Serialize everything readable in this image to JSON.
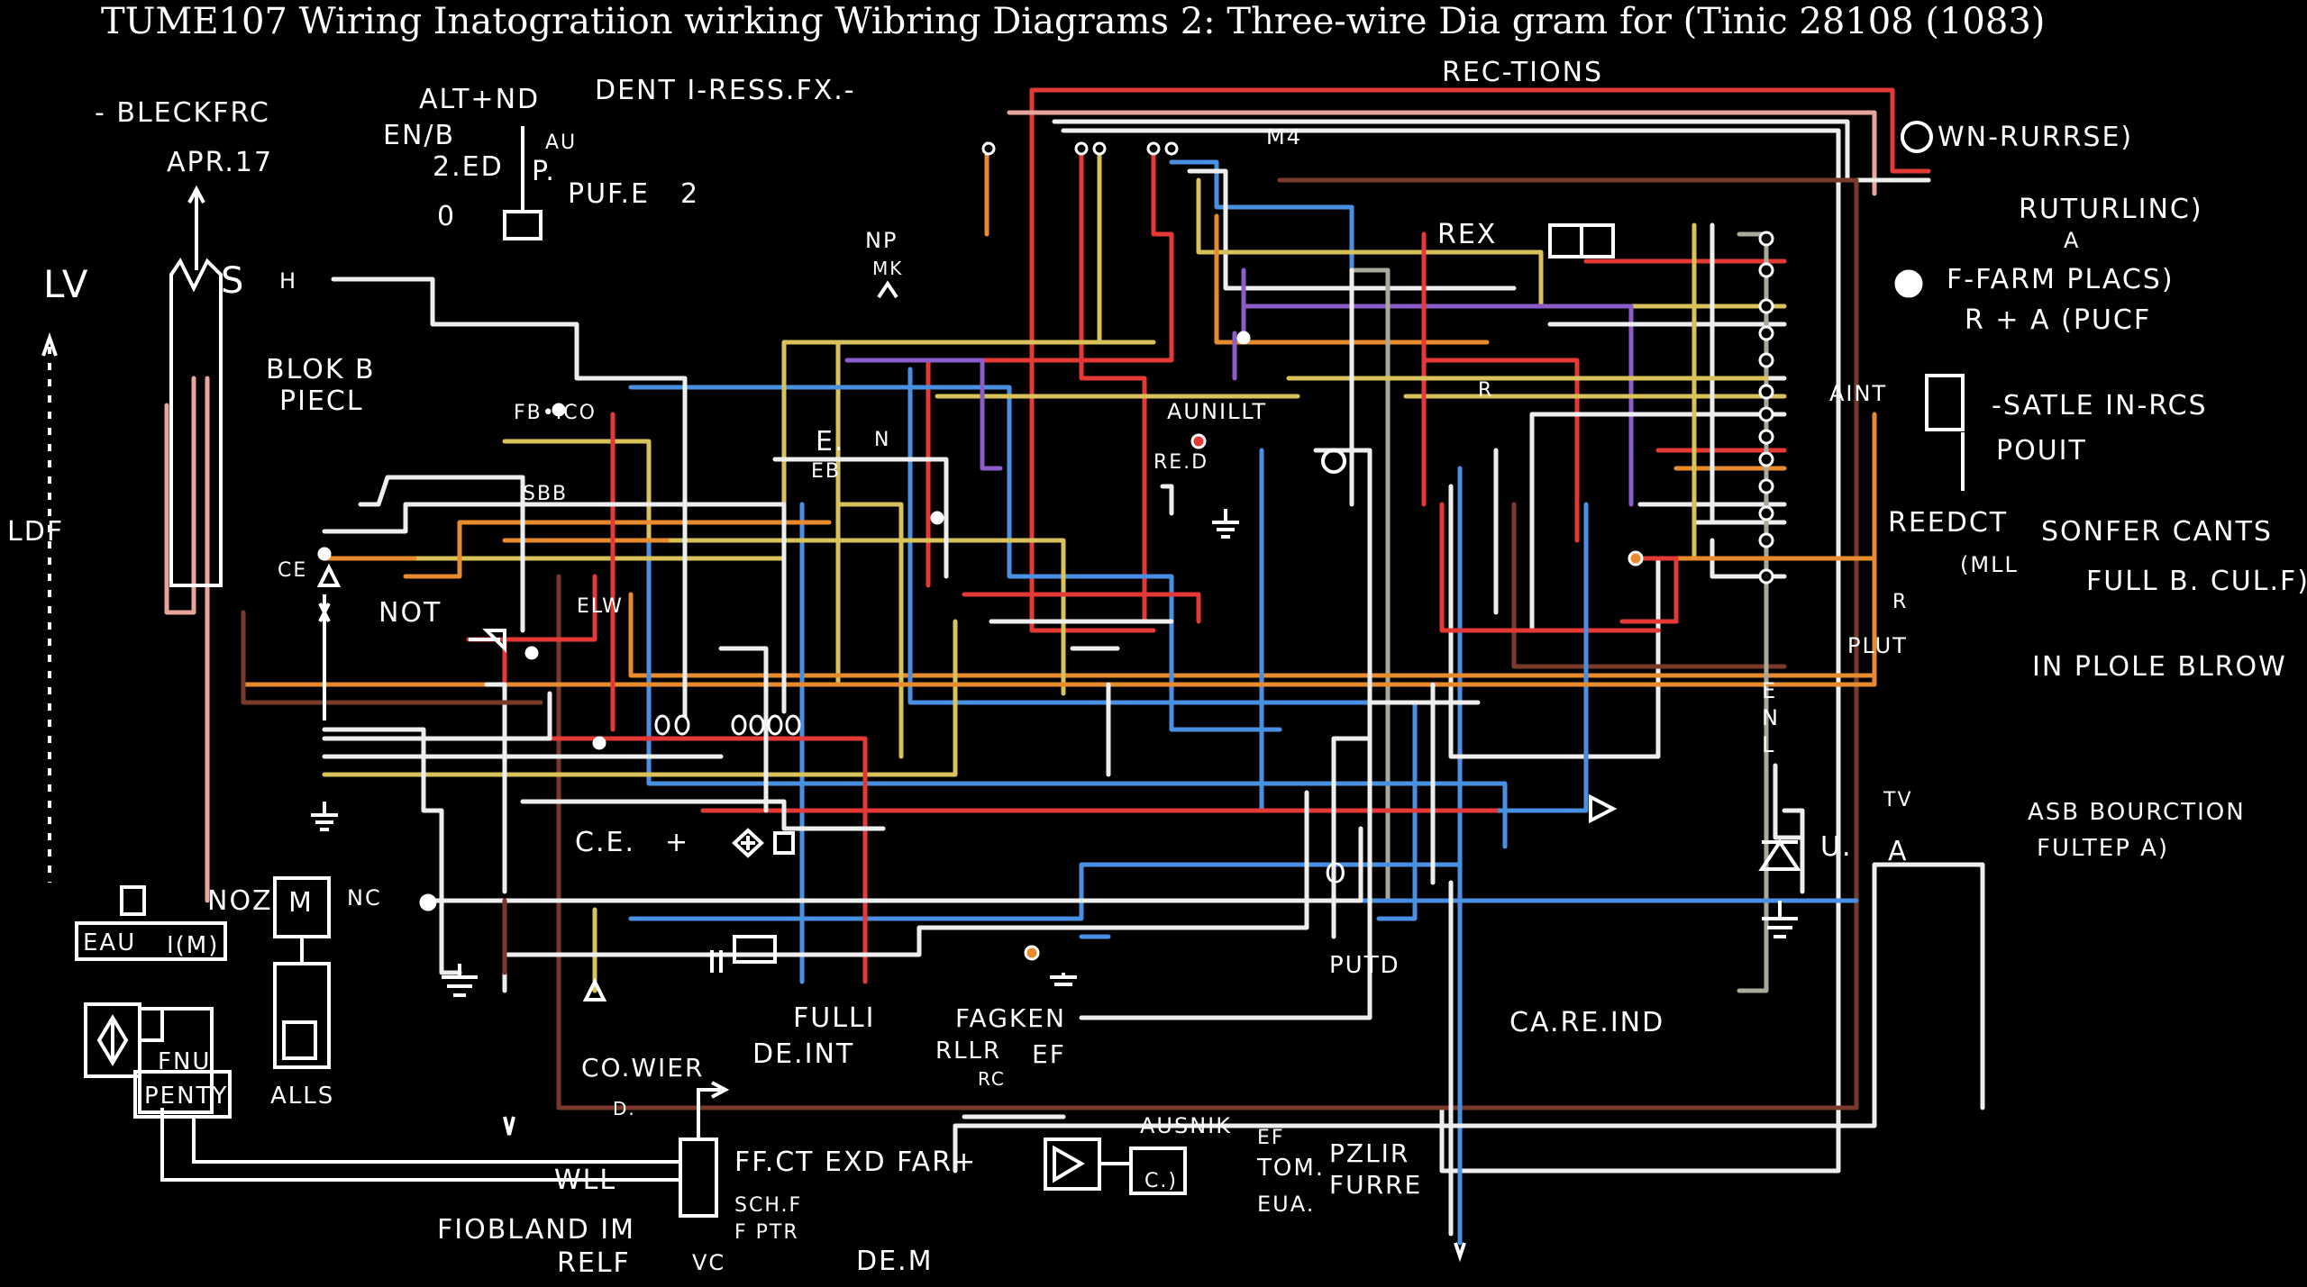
{
  "title": "TUME107 Wiring Inatogratiion wirking Wibring  Diagrams 2: Three-wire Dia gram for (Tinic 28108 (1083)",
  "colors": {
    "background": "#000000",
    "white_wire": "#eeeeee",
    "red_wire": "#e53935",
    "blue_wire": "#4a90e2",
    "yellow_wire": "#d9c25a",
    "orange_wire": "#e88a2e",
    "pink_wire": "#e8a59c",
    "purple_wire": "#8c5cc8",
    "brown_wire": "#7a3a2a"
  },
  "labels": {
    "rec_tions": "REC-TIONS",
    "bleckfrc": "- BLECKFRC",
    "apr17": "APR.17",
    "alt_nd": "ALT+ND",
    "en_b": "EN/B",
    "two_ed": "2.ED",
    "au": "AU",
    "p": "P.",
    "puf_e": "PUF.E",
    "two": "2",
    "dent_ress": "DENT I-RESS.FX.-",
    "m4": "M4",
    "np": "NP",
    "mk": "MK",
    "wn_rurrse": "WN-RURRSE)",
    "rutur_linc": "RUTURLINC)",
    "a_right": "A",
    "f_farm": "F-FARM PLACS)",
    "r_a_puc": "R + A (PUCF",
    "lv": "LV",
    "s_h": "S",
    "h_dots": "H",
    "blok_b": "BLOK B",
    "piecl": "PIECL",
    "fb_ico": "FB•ICO",
    "rex": "REX",
    "aint": "AINT",
    "satle_in": "-SATLE IN-RCS",
    "pouit": "POUIT",
    "auniltt": "AUNILLT",
    "re_d": "RE.D",
    "r_small": "R",
    "e_label": "E.",
    "n_label": "N",
    "eb_label": "EB",
    "sbb": "SBB",
    "ldf": "LDF",
    "ce_left": "CE",
    "not": "NOT",
    "elw": "ELW",
    "reedct": "REEDCT",
    "sonfer": "SONFER CANTS",
    "mll": "(MLL",
    "full_b": "FULL B. CUL.F)",
    "r_right": "R",
    "plut": "PLUT",
    "in_plole": "IN PLOLE BLROW",
    "e_vert": "E",
    "n_vert": "N",
    "l_vert": "L",
    "asb": "ASB BOURCTION",
    "fultep": "FULTEP A)",
    "tv": "TV",
    "u_right": "U.",
    "a_right2": "A",
    "ce_mid": "C.E.",
    "plus": "+",
    "noz": "NOZ",
    "m_box": "M",
    "nc": "NC",
    "eau": "EAU",
    "im": "I(M)",
    "fnu": "FNU",
    "penty": "PENTY",
    "alls": "ALLS",
    "co_wier": "CO.WIER",
    "fulli": "FULLI",
    "de_int": "DE.INT",
    "fagken": "FAGKEN",
    "rllr": "RLLR",
    "ef": "EF",
    "rc": "RC",
    "putd": "PUTD",
    "ca_re_ind": "CA.RE.IND",
    "wll": "WLL",
    "ffct": "FF.CT EXD FAR+",
    "ausnik": "AUSNIK",
    "c_box": "C.)",
    "ef2": "EF",
    "tom": "TOM.",
    "eua": "EUA.",
    "pzlir": "PZLIR",
    "furre": "FURRE",
    "schf": "SCH.F",
    "fptr": "F PTR",
    "fiobland": "FIOBLAND IM",
    "relf": "RELF",
    "vc": "VC",
    "dem": "DE.M",
    "d_small": "D.",
    "zero": "0",
    "o_lower": "O"
  }
}
